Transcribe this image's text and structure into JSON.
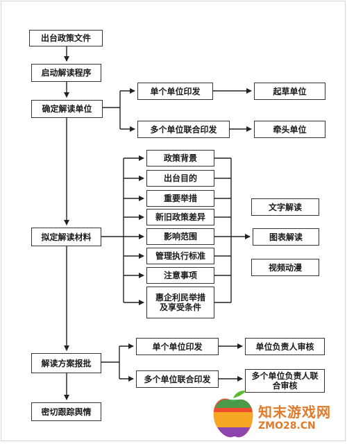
{
  "diagram": {
    "main": {
      "issue": "出台政策文件",
      "start": "启动解读程序",
      "determine": "确定解读单位",
      "draft": "拟定解读材料",
      "approve": "解读方案报批",
      "track": "密切跟踪舆情"
    },
    "determine_branch": {
      "single": "单个单位印发",
      "multi": "多个单位联合印发",
      "drafter": "起草单位",
      "lead": "牵头单位"
    },
    "materials": [
      "政策背景",
      "出台目的",
      "重要举措",
      "新旧政策差异",
      "影响范围",
      "管理执行标准",
      "注意事项",
      "惠企利民举措及享受条件"
    ],
    "formats": {
      "text": "文字解读",
      "chart": "图表解读",
      "video": "视频动漫"
    },
    "approve_branch": {
      "single": "单个单位印发",
      "multi": "多个单位联合印发",
      "single_review": "单位负责人审核",
      "multi_review": "多个单位负责人联合审核"
    }
  },
  "watermark": {
    "brand": "知末游戏网",
    "domain": "ZMO28.CN"
  }
}
